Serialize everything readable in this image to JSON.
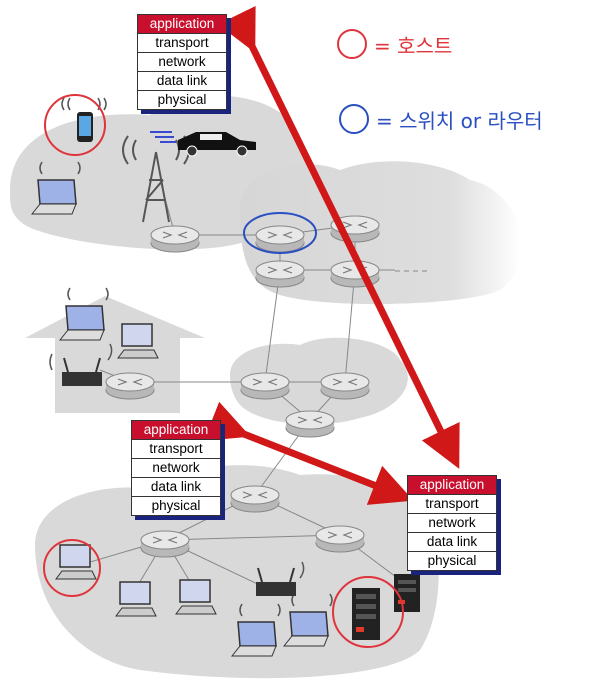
{
  "stack_layers": [
    "application",
    "transport",
    "network",
    "data link",
    "physical"
  ],
  "legend": {
    "host": {
      "text": "= 호스트",
      "color": "#e0343c"
    },
    "router": {
      "text": "= 스위치 or 라우터",
      "color": "#2a4fc0"
    }
  },
  "colors": {
    "cloud": "#d9d9d9",
    "arrow": "#d01818",
    "host_circle": "#e0343c",
    "router_circle": "#2a4fc0"
  },
  "icons": [
    "cell-tower-icon",
    "car-icon",
    "smartphone-icon",
    "laptop-icon",
    "desktop-icon",
    "wifi-router-icon",
    "server-icon",
    "router-icon"
  ]
}
